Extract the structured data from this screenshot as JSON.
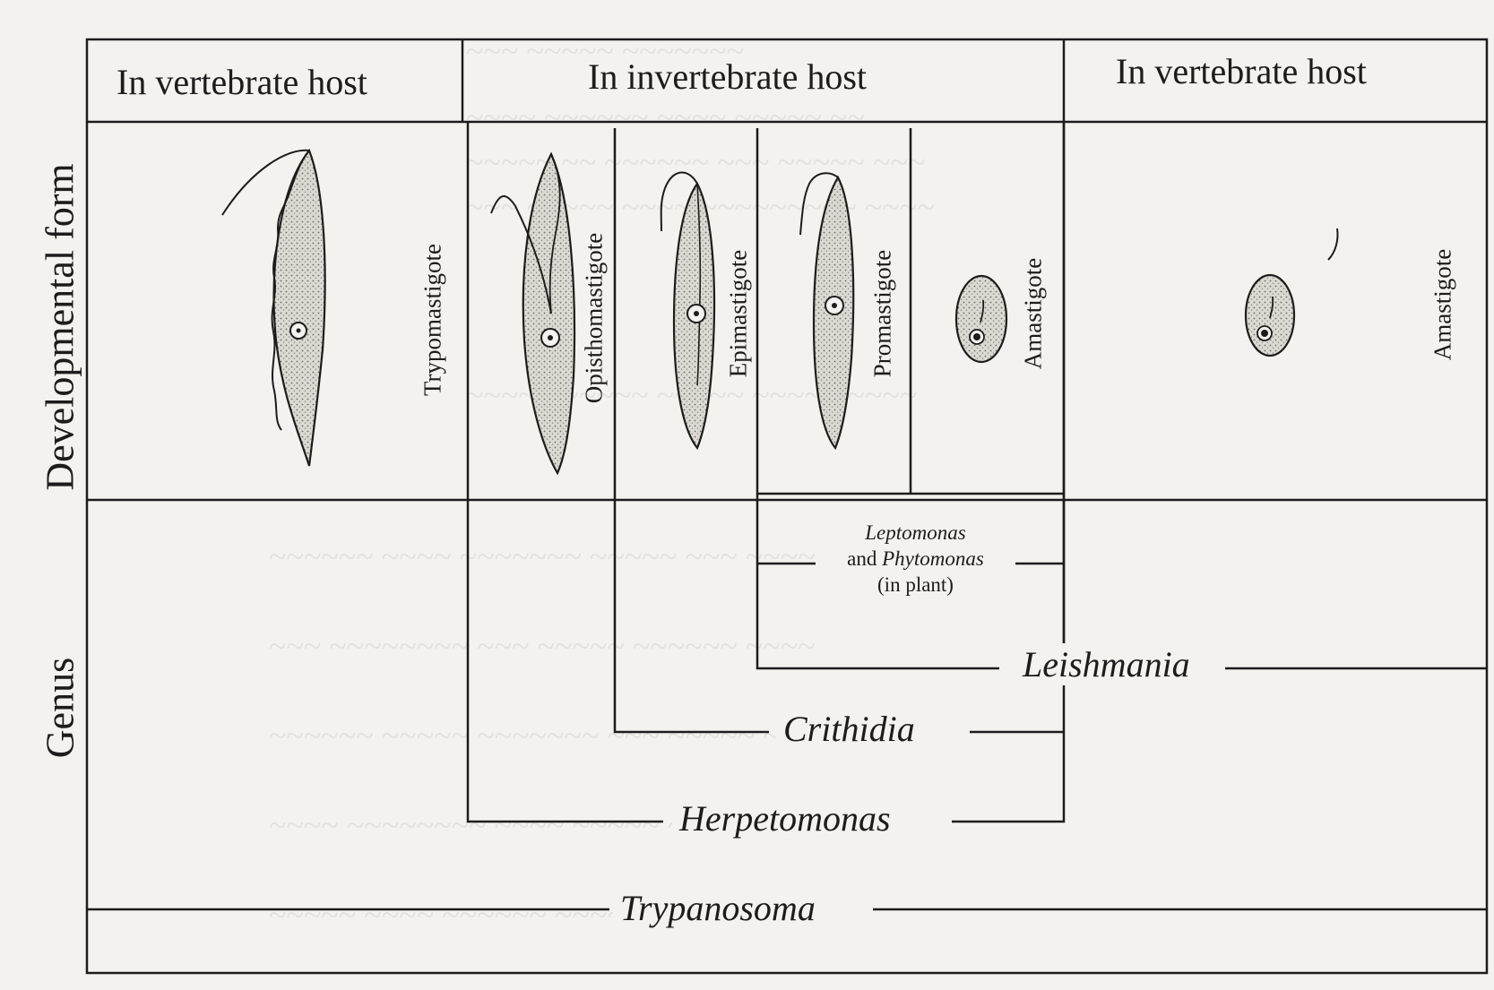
{
  "headers": {
    "vertebrate_left": "In vertebrate host",
    "invertebrate": "In invertebrate host",
    "vertebrate_right": "In vertebrate host"
  },
  "row_labels": {
    "developmental_form": "Developmental form",
    "genus": "Genus"
  },
  "forms": {
    "trypomastigote": "Trypomastigote",
    "opisthomastigote": "Opisthomastigote",
    "epimastigote": "Epimastigote",
    "promastigote": "Promastigote",
    "amastigote_invertebrate": "Amastigote",
    "amastigote_vertebrate": "Amastigote"
  },
  "genera": {
    "leptomonas_phytomonas": {
      "line1": "Leptomonas",
      "line2_and": "and ",
      "line2_name": "Phytomonas",
      "line3": "(in plant)"
    },
    "leishmania": "Leishmania",
    "crithidia": "Crithidia",
    "herpetomonas": "Herpetomonas",
    "trypanosoma": "Trypanosoma"
  },
  "colors": {
    "paper": "#f4f2ee",
    "ink": "#1c1c1c",
    "stipple": "#d6d2cc"
  }
}
